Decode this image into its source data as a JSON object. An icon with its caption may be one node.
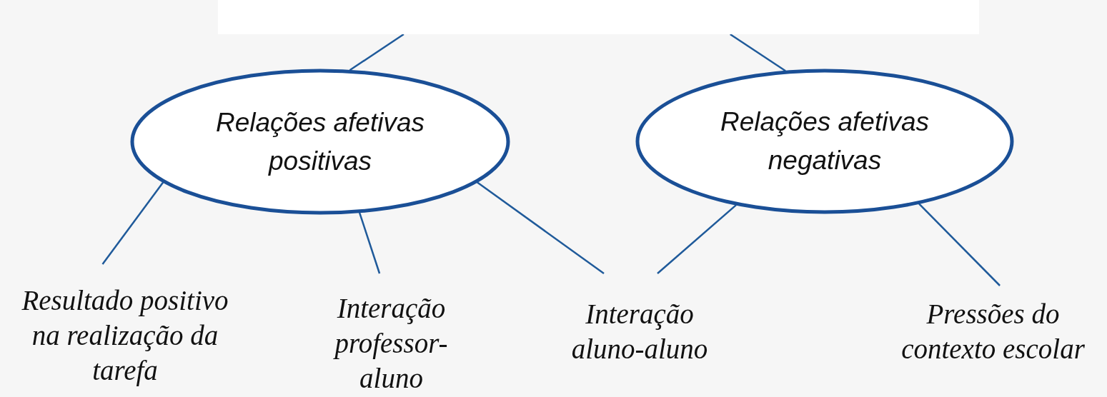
{
  "diagram": {
    "nodes": [
      {
        "text": [],
        "shape": "box"
      },
      {
        "text": [
          "Relações afetivas positivas"
        ]
      },
      {
        "text": [
          "Relações afetivas negativas"
        ]
      },
      {
        "text": [
          "Resultado positivo na realização da tarefa"
        ]
      },
      {
        "text": [
          "Interação professor-aluno"
        ]
      },
      {
        "text": [
          "Interação aluno-aluno"
        ]
      },
      {
        "text": [
          "Pressões do contexto escolar"
        ]
      }
    ],
    "edges": [
      {
        "from": 0,
        "to": 1,
        "arrow": "none"
      },
      {
        "from": 0,
        "to": 2,
        "arrow": "none"
      },
      {
        "from": 1,
        "to": 3,
        "arrow": "none"
      },
      {
        "from": 1,
        "to": 4,
        "arrow": "none"
      },
      {
        "from": 1,
        "to": 5,
        "arrow": "none"
      },
      {
        "from": 2,
        "to": 5,
        "arrow": "none"
      },
      {
        "from": 2,
        "to": 6,
        "arrow": "none"
      }
    ]
  }
}
